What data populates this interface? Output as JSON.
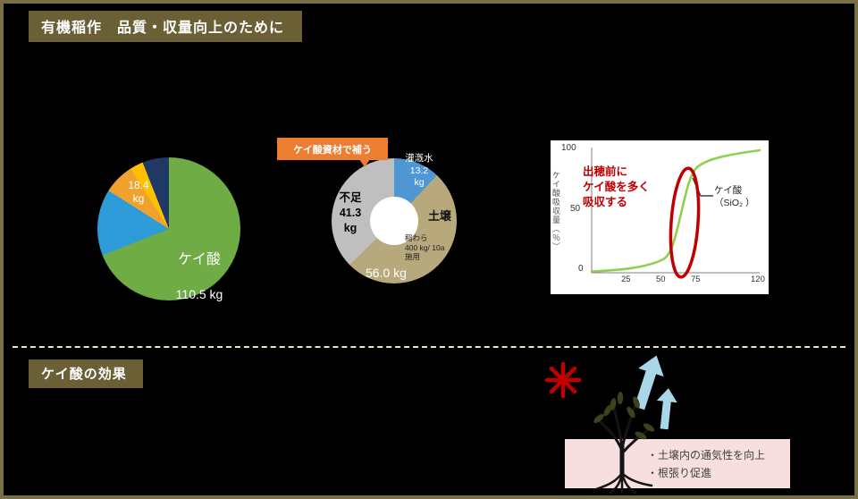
{
  "slide": {
    "title": "有機稲作　品質・収量向上のために",
    "effects_heading": "ケイ酸の効果"
  },
  "pie": {
    "blue_label": "18.4\nkg",
    "green_label": "ケイ酸",
    "green_value": "110.5 kg"
  },
  "donut": {
    "callout": "ケイ酸資材で補う",
    "irrigation_label": "灌漑水\n13.2\nkg",
    "soil_name": "土壌",
    "soil_note": "稲わら\n400 kg/ 10a\n施用",
    "soil_value": "56.0 kg",
    "shortage_label": "不足\n41.3\nkg"
  },
  "graph": {
    "note": "出穂前に\nケイ酸を多く\n吸収する",
    "series_label": "ケイ酸\n（SiO₂ ）",
    "y_axis_label": "ケイ酸吸収量（％）",
    "yticks": [
      "100",
      "50",
      "0"
    ],
    "xticks": [
      "25",
      "50",
      "75",
      "120"
    ]
  },
  "effects": {
    "line1": "・土壌内の通気性を向上",
    "line2": "・根張り促進"
  },
  "colors": {
    "frame_olive": "#7A6E45",
    "heading_olive": "#6A5F35",
    "pie_green": "#6FAC46",
    "pie_blue": "#2E9BD9",
    "pie_orange": "#F0A22E",
    "pie_yellow": "#FFC000",
    "pie_navy": "#1F3864",
    "donut_blue": "#4F97D4",
    "donut_tan": "#B7A97C",
    "donut_gray": "#BFBFBF",
    "callout_orange": "#ED7D31",
    "curve_green": "#8FD14F",
    "accent_red": "#C00000",
    "pink_panel": "#F6DFDE",
    "arrow_blue": "#A9D6E8"
  },
  "chart_data": [
    {
      "type": "pie",
      "title": "",
      "slices": [
        {
          "label": "ケイ酸",
          "value": 110.5,
          "unit": "kg",
          "color": "#6FAC46",
          "approx_fraction": 0.69
        },
        {
          "label": "",
          "value": 18.4,
          "unit": "kg",
          "color": "#2E9BD9",
          "approx_fraction": 0.15
        },
        {
          "label": "",
          "value": null,
          "color": "#F0A22E",
          "approx_fraction": 0.07
        },
        {
          "label": "",
          "value": null,
          "color": "#FFC000",
          "approx_fraction": 0.03
        },
        {
          "label": "",
          "value": null,
          "color": "#1F3864",
          "approx_fraction": 0.06
        }
      ]
    },
    {
      "type": "pie",
      "subtype": "donut",
      "title": "",
      "slices": [
        {
          "label": "灌漑水",
          "value": 13.2,
          "unit": "kg",
          "color": "#4F97D4"
        },
        {
          "label": "土壌",
          "value": 56.0,
          "unit": "kg",
          "color": "#B7A97C",
          "note": "稲わら 400 kg/ 10a 施用"
        },
        {
          "label": "不足",
          "value": 41.3,
          "unit": "kg",
          "color": "#BFBFBF",
          "annotation": "ケイ酸資材で補う"
        }
      ]
    },
    {
      "type": "line",
      "title": "",
      "xlabel": "",
      "ylabel": "ケイ酸吸収量（％）",
      "ylim": [
        0,
        100
      ],
      "yticks": [
        0,
        50,
        100
      ],
      "xticks": [
        25,
        50,
        75,
        120
      ],
      "grid": false,
      "legend_position": "none",
      "series": [
        {
          "name": "ケイ酸（SiO₂）",
          "color": "#8FD14F",
          "x": [
            0,
            20,
            40,
            50,
            55,
            60,
            65,
            70,
            75,
            85,
            100,
            120
          ],
          "y": [
            1,
            2,
            4,
            8,
            15,
            30,
            55,
            75,
            85,
            92,
            95,
            98
          ]
        }
      ],
      "annotations": [
        "出穂前にケイ酸を多く吸収する",
        "赤楕円：急増期を強調"
      ]
    }
  ]
}
